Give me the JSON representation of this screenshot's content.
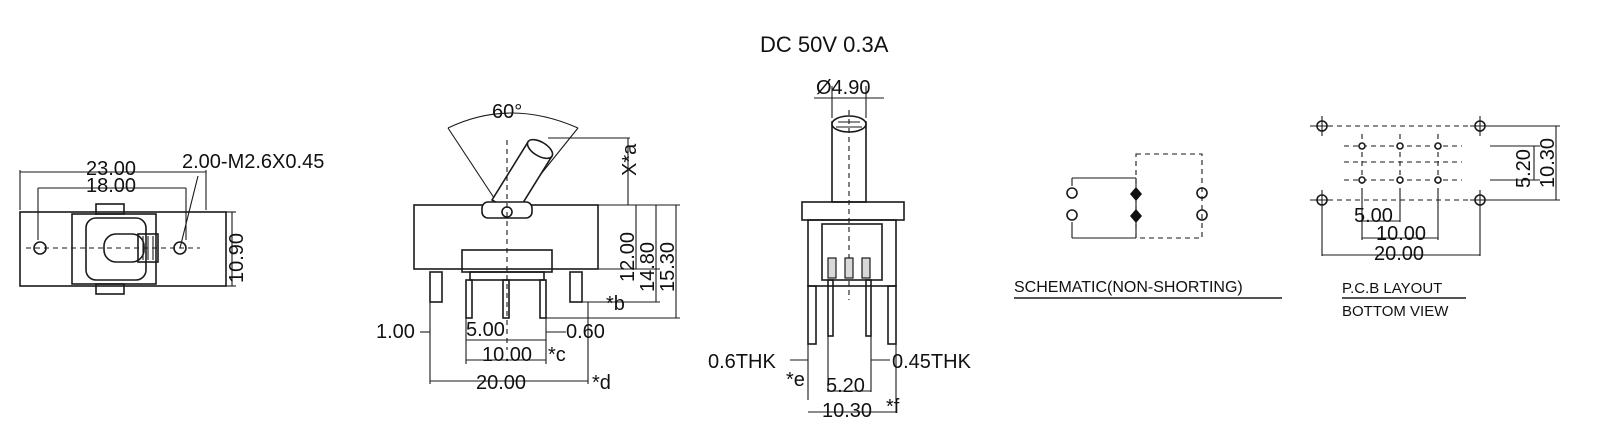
{
  "header": {
    "rating": "DC  50V  0.3A"
  },
  "top_view": {
    "dim_overall_width": "23.00",
    "dim_hole_pitch": "18.00",
    "dim_screw": "2.00-M2.6X0.45",
    "dim_height": "10.90"
  },
  "side_view": {
    "angle": "60°",
    "dim_x": "X*a",
    "dim_12": "12.00",
    "dim_14": "14.80",
    "dim_15": "15.30",
    "note_b": "*b",
    "dim_1": "1.00",
    "dim_5": "5.00",
    "dim_060": "0.60",
    "dim_10": "10.00",
    "note_c": "*c",
    "dim_20": "20.00",
    "note_d": "*d"
  },
  "front_view": {
    "dim_diameter": "Ø4.90",
    "dim_thk_left": "0.6THK",
    "dim_thk_right": "0.45THK",
    "note_e": "*e",
    "dim_520": "5.20",
    "dim_1030": "10.30",
    "note_f": "*f"
  },
  "schematic": {
    "caption": "SCHEMATIC(NON-SHORTING)"
  },
  "pcb": {
    "dim_520": "5.20",
    "dim_1030": "10.30",
    "dim_5": "5.00",
    "dim_10": "10.00",
    "dim_20": "20.00",
    "caption_line1": "P.C.B LAYOUT",
    "caption_line2": "BOTTOM VIEW"
  }
}
